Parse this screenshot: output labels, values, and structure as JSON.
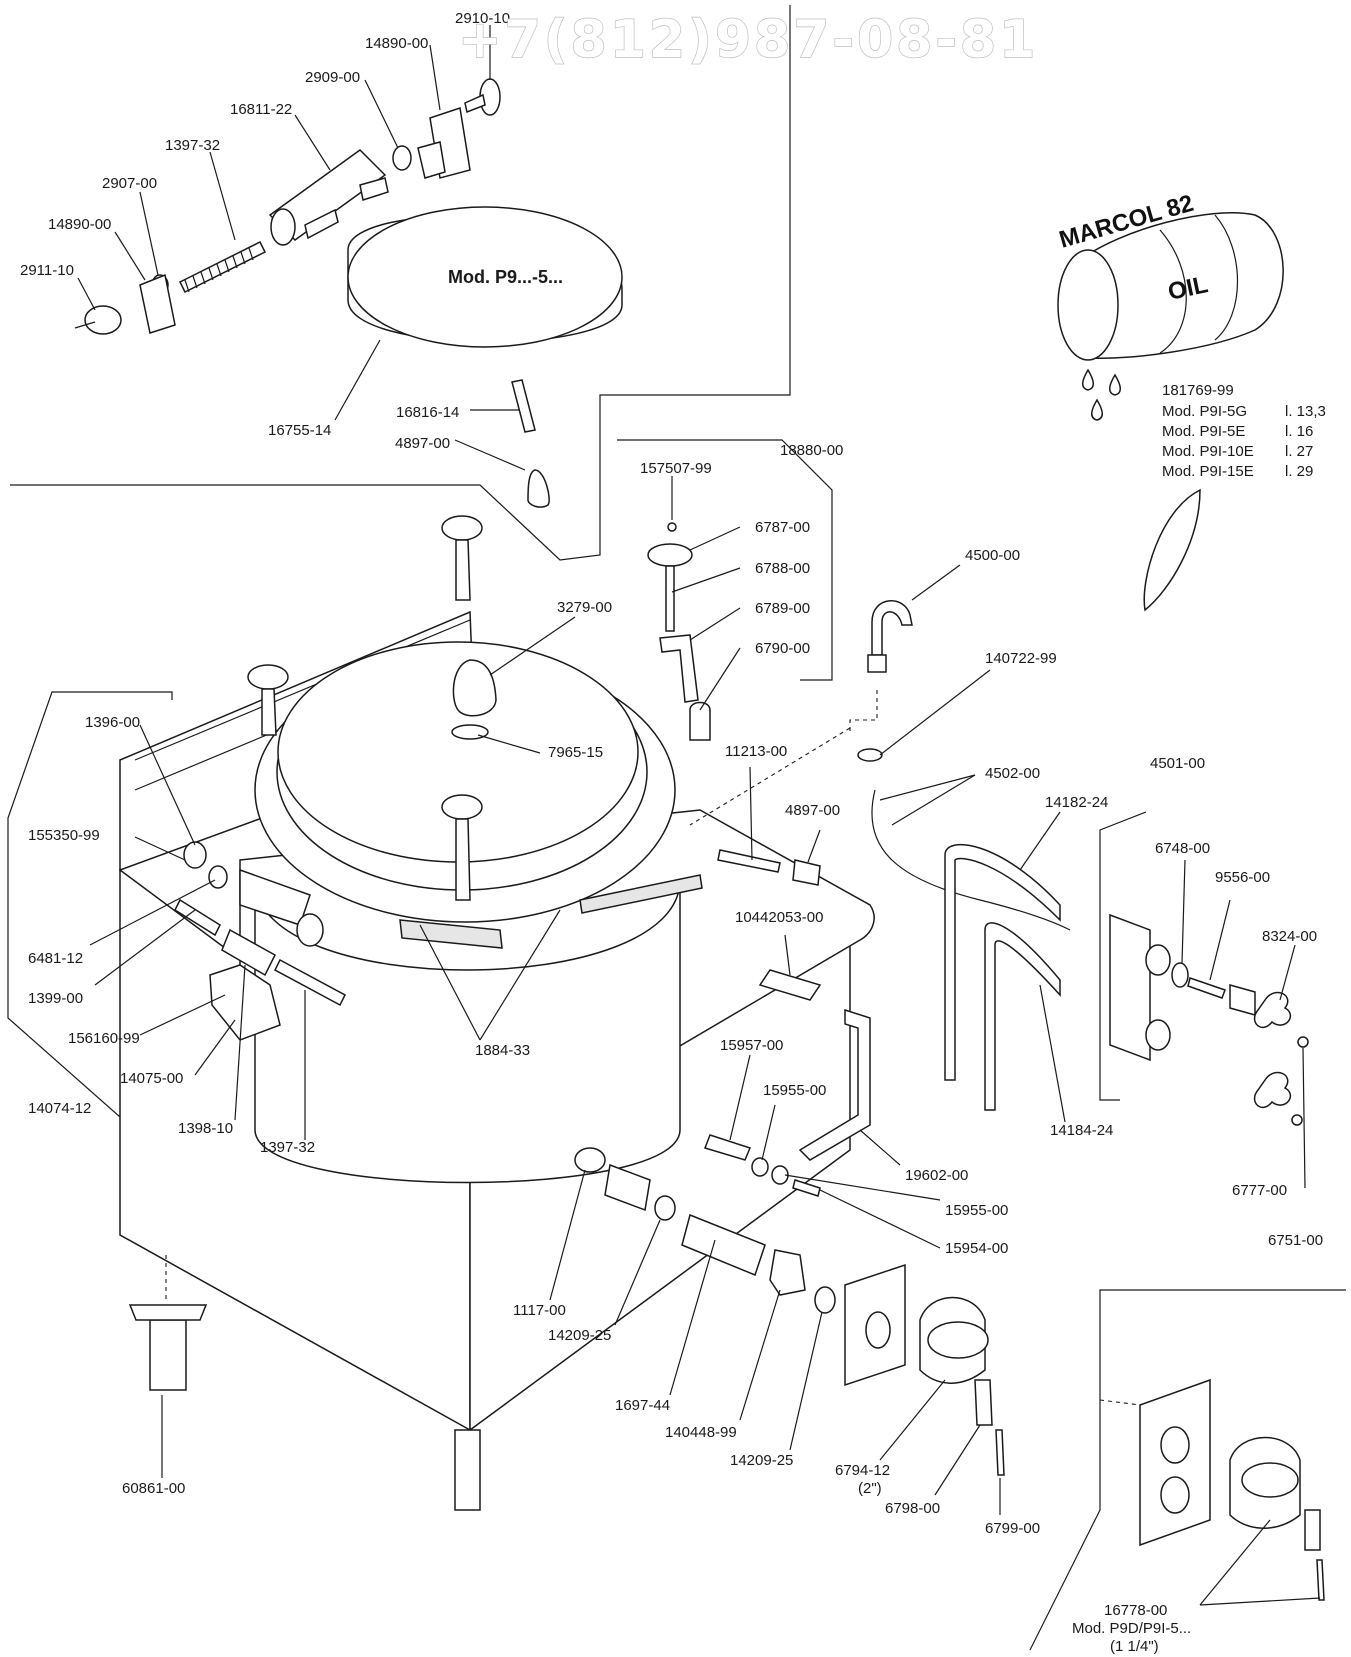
{
  "watermark": "+7(812)987-08-81",
  "model_badge": "Mod. P9...-5...",
  "oil_drum": {
    "brand": "MARCOL 82",
    "word": "OIL",
    "part_number": "181769-99",
    "capacities": [
      {
        "model": "Mod. P9I-5G",
        "volume": "l. 13,3"
      },
      {
        "model": "Mod. P9I-5E",
        "volume": "l. 16"
      },
      {
        "model": "Mod. P9I-10E",
        "volume": "l. 27"
      },
      {
        "model": "Mod. P9I-15E",
        "volume": "l. 29"
      }
    ]
  },
  "inset_caption": {
    "part": "16778-00",
    "model": "Mod. P9D/P9I-5...",
    "size": "(1 1/4\")"
  },
  "parts": [
    {
      "id": "p-2910-10",
      "text": "2910-10"
    },
    {
      "id": "p-14890-00-top",
      "text": "14890-00"
    },
    {
      "id": "p-2909-00",
      "text": "2909-00"
    },
    {
      "id": "p-16811-22",
      "text": "16811-22"
    },
    {
      "id": "p-1397-32-top",
      "text": "1397-32"
    },
    {
      "id": "p-2907-00",
      "text": "2907-00"
    },
    {
      "id": "p-14890-00-left",
      "text": "14890-00"
    },
    {
      "id": "p-2911-10",
      "text": "2911-10"
    },
    {
      "id": "p-16816-14",
      "text": "16816-14"
    },
    {
      "id": "p-16755-14",
      "text": "16755-14"
    },
    {
      "id": "p-4897-00-top",
      "text": "4897-00"
    },
    {
      "id": "p-18880-00",
      "text": "18880-00"
    },
    {
      "id": "p-157507-99",
      "text": "157507-99"
    },
    {
      "id": "p-6787-00",
      "text": "6787-00"
    },
    {
      "id": "p-6788-00",
      "text": "6788-00"
    },
    {
      "id": "p-6789-00",
      "text": "6789-00"
    },
    {
      "id": "p-6790-00",
      "text": "6790-00"
    },
    {
      "id": "p-3279-00",
      "text": "3279-00"
    },
    {
      "id": "p-4500-00",
      "text": "4500-00"
    },
    {
      "id": "p-140722-99",
      "text": "140722-99"
    },
    {
      "id": "p-4502-00",
      "text": "4502-00"
    },
    {
      "id": "p-4501-00",
      "text": "4501-00"
    },
    {
      "id": "p-14182-24",
      "text": "14182-24"
    },
    {
      "id": "p-1396-00",
      "text": "1396-00"
    },
    {
      "id": "p-7965-15",
      "text": "7965-15"
    },
    {
      "id": "p-11213-00",
      "text": "11213-00"
    },
    {
      "id": "p-4897-00-mid",
      "text": "4897-00"
    },
    {
      "id": "p-155350-99",
      "text": "155350-99"
    },
    {
      "id": "p-6748-00",
      "text": "6748-00"
    },
    {
      "id": "p-9556-00",
      "text": "9556-00"
    },
    {
      "id": "p-8324-00",
      "text": "8324-00"
    },
    {
      "id": "p-10442053-00",
      "text": "10442053-00"
    },
    {
      "id": "p-6481-12",
      "text": "6481-12"
    },
    {
      "id": "p-1399-00",
      "text": "1399-00"
    },
    {
      "id": "p-156160-99",
      "text": "156160-99"
    },
    {
      "id": "p-14075-00",
      "text": "14075-00"
    },
    {
      "id": "p-1884-33",
      "text": "1884-33"
    },
    {
      "id": "p-15957-00",
      "text": "15957-00"
    },
    {
      "id": "p-15955-00-a",
      "text": "15955-00"
    },
    {
      "id": "p-14074-12",
      "text": "14074-12"
    },
    {
      "id": "p-1398-10",
      "text": "1398-10"
    },
    {
      "id": "p-1397-32-bottom",
      "text": "1397-32"
    },
    {
      "id": "p-14184-24",
      "text": "14184-24"
    },
    {
      "id": "p-19602-00",
      "text": "19602-00"
    },
    {
      "id": "p-6777-00",
      "text": "6777-00"
    },
    {
      "id": "p-15955-00-b",
      "text": "15955-00"
    },
    {
      "id": "p-6751-00",
      "text": "6751-00"
    },
    {
      "id": "p-15954-00",
      "text": "15954-00"
    },
    {
      "id": "p-1117-00",
      "text": "1117-00"
    },
    {
      "id": "p-14209-25-a",
      "text": "14209-25"
    },
    {
      "id": "p-1697-44",
      "text": "1697-44"
    },
    {
      "id": "p-140448-99",
      "text": "140448-99"
    },
    {
      "id": "p-14209-25-b",
      "text": "14209-25"
    },
    {
      "id": "p-6794-12",
      "text": "6794-12"
    },
    {
      "id": "p-6794-12-size",
      "text": "(2\")"
    },
    {
      "id": "p-6798-00",
      "text": "6798-00"
    },
    {
      "id": "p-6799-00",
      "text": "6799-00"
    },
    {
      "id": "p-60861-00",
      "text": "60861-00"
    }
  ]
}
